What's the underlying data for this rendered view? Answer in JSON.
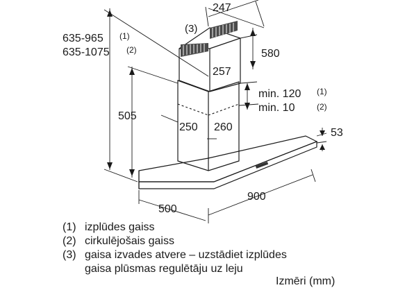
{
  "dimensions": {
    "chimney_depth": "247",
    "chimney_top_height": "580",
    "chimney_width_top": "257",
    "total_height_1": "635-965",
    "total_height_1_note": "(1)",
    "total_height_2": "635-1075",
    "total_height_2_note": "(2)",
    "lower_chimney_height": "505",
    "lower_width": "250",
    "lower_depth": "260",
    "min_120": "min. 120",
    "min_120_note": "(1)",
    "min_10": "min. 10",
    "min_10_note": "(2)",
    "hood_thickness": "53",
    "hood_width": "900",
    "hood_depth": "500",
    "callout_3": "(3)"
  },
  "legend": [
    {
      "num": "(1)",
      "text": "izplūdes gaiss"
    },
    {
      "num": "(2)",
      "text": "cirkulējošais gaiss"
    },
    {
      "num": "(3)",
      "text": "gaisa izvades atvere – uzstādiet izplūdes"
    },
    {
      "num": "",
      "text": "gaisa plūsmas regulētāju uz leju"
    }
  ],
  "units": "Izmēri (mm)"
}
